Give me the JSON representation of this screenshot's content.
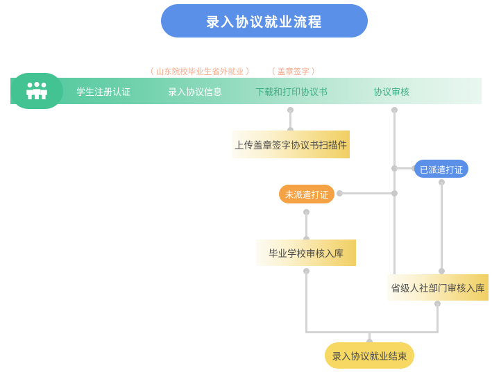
{
  "title": {
    "text": "录入协议就业流程"
  },
  "annotations": [
    {
      "name": "annotation-shandong-offsite",
      "text": "（ 山东院校毕业生省外就业 ）"
    },
    {
      "name": "annotation-seal-signature",
      "text": "（ 盖章签字 ）"
    }
  ],
  "stage_bar": {
    "icon": "people-group-icon",
    "stages": [
      {
        "label": "学生注册认证"
      },
      {
        "label": "录入协议信息"
      },
      {
        "label": "下载和打印协议书"
      },
      {
        "label": "协议审核"
      }
    ]
  },
  "nodes": [
    {
      "name": "upload-signed-agreement-scan",
      "label": "上传盖章签字协议书扫描件",
      "type": "gold-box"
    },
    {
      "name": "dispatched-certificate-issued",
      "label": "已派遣打证",
      "type": "pill-blue"
    },
    {
      "name": "dispatch-certificate-not-issued",
      "label": "未派遣打证",
      "type": "pill-orange"
    },
    {
      "name": "graduating-school-review-archive",
      "label": "毕业学校审核入库",
      "type": "gold-box"
    },
    {
      "name": "provincial-hr-dept-review-archive",
      "label": "省级人社部门审核入库",
      "type": "gold-box"
    },
    {
      "name": "agreement-employment-finished",
      "label": "录入协议就业结束",
      "type": "pill-yellow"
    }
  ],
  "colors": {
    "title_pill": "#5b90e8",
    "stage_bar_start": "#4ec79b",
    "stage_bar_end": "#e9f7f0",
    "annotation": "#f4a98a",
    "gold_box_start": "#fdfbf2",
    "gold_box_end": "#f0cf63",
    "pill_orange": "#f5a244",
    "pill_blue": "#5b90e8",
    "pill_yellow": "#f6d863",
    "connector": "#d4d4d4"
  }
}
